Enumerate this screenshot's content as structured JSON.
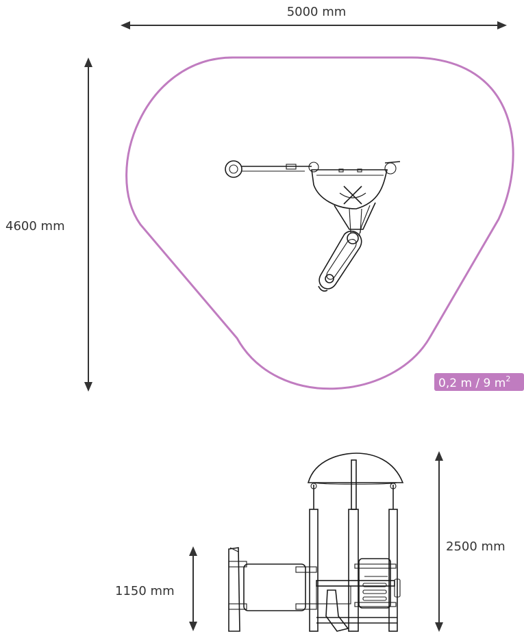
{
  "dimensions": {
    "width_label": "5000 mm",
    "depth_label": "4600 mm",
    "height_label": "2500 mm",
    "platform_height_label": "1150 mm"
  },
  "safety_area": {
    "label": "0,2 m / 9 m",
    "superscript": "2",
    "color": "#c07cc0",
    "badge_color": "#c07cc0"
  },
  "colors": {
    "outline": "#1a1a1a",
    "dimension": "#333333"
  }
}
